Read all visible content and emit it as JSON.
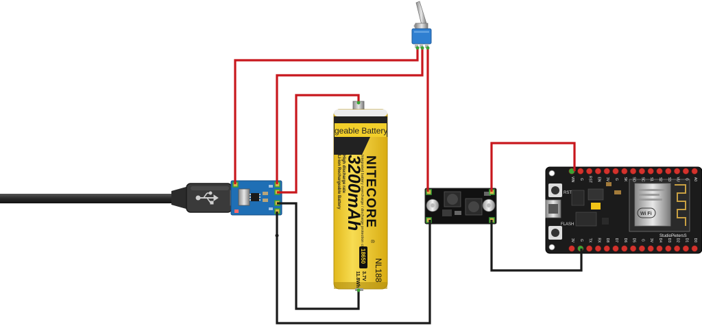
{
  "colors": {
    "wire_positive": "#c8171d",
    "wire_negative": "#1a1a1a",
    "cable": "#2e2e2e",
    "charger_pcb": "#1f6fb5",
    "converter_pcb": "#111111",
    "mcu_pcb": "#1b1b1b",
    "battery_body": "#f2cf2a",
    "battery_wrap": "#222222",
    "pin_gold": "#d9b44a",
    "pin_red": "#d4322c",
    "pin_green": "#3aa335"
  },
  "icons": {
    "usb": "usb-trident-icon",
    "wifi": "wifi-logo-icon"
  },
  "battery": {
    "top_band": "geable Battery",
    "brand": "NITECORE",
    "registered": "®",
    "capacity": "3200mAh",
    "protection_line": "Integrated battery overcharge / discharge protection circuits",
    "warning_line_1": "High discharge rate",
    "warning_line_2": "Li-ion Rechargeable Battery",
    "size_badge": "18650",
    "spec_voltage": "3.7V",
    "spec_energy": "11.8Wh",
    "model": "NL188"
  },
  "mcu": {
    "brand": "StudioPietersS",
    "wifi_label": "Wi Fi",
    "button_rst": "RST",
    "button_flash": "FLASH",
    "top_pins": [
      "VIN",
      "G",
      "RST",
      "EN",
      "3V",
      "G",
      "SK",
      "SO",
      "SC",
      "S1",
      "S2",
      "S3",
      "VU",
      "G",
      "A0"
    ],
    "bottom_pins": [
      "3V",
      "G",
      "TX",
      "RX",
      "D8",
      "D7",
      "D6",
      "D5",
      "G",
      "3V",
      "D4",
      "D3",
      "D2",
      "D1",
      "D0"
    ]
  }
}
